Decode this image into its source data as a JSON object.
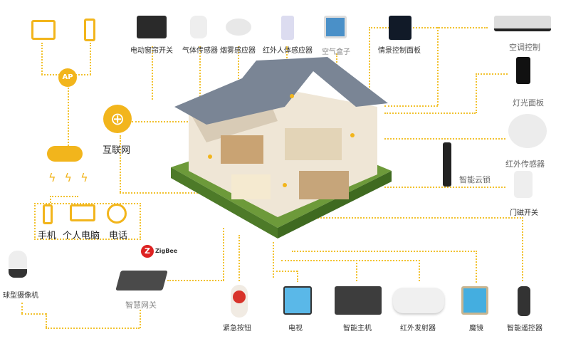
{
  "colors": {
    "accent": "#f2b51c",
    "line": "#f2c230"
  },
  "network": {
    "ap": "AP",
    "internet": "互联网",
    "phone": "手机",
    "pc": "个人电脑",
    "telephone": "电话",
    "zigbee": "ZigBee"
  },
  "top_devices": [
    "电动窗帘开关",
    "气体传感器",
    "烟雾感应器",
    "红外人体感应器",
    "空气盒子",
    "情景控制面板"
  ],
  "right_devices": [
    "空调控制",
    "灯光面板",
    "红外传感器",
    "智能云锁",
    "门磁开关"
  ],
  "left_devices": {
    "camera": "球型摄像机",
    "gateway": "智慧网关"
  },
  "bottom_devices": [
    "紧急按钮",
    "电视",
    "智能主机",
    "红外发射器",
    "魔镜",
    "智能遥控器"
  ]
}
